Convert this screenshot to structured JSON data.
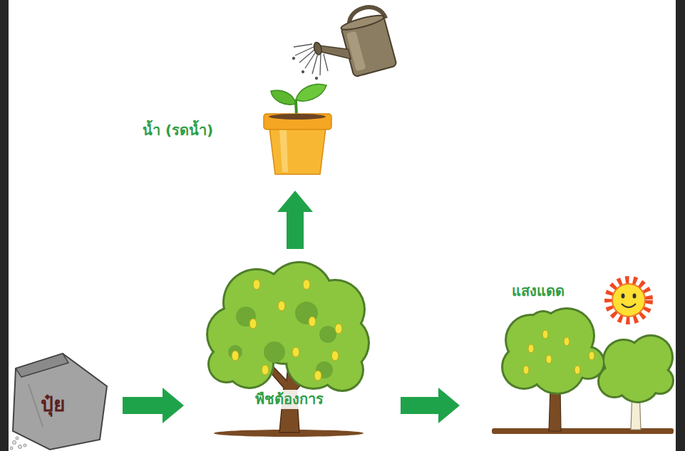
{
  "diagram": {
    "nodes": [
      {
        "text": [
          "น้ำ (รดน้ำ)"
        ]
      },
      {
        "text": [
          "ปุ๋ย"
        ]
      },
      {
        "text": [
          "พืชต้องการ"
        ]
      },
      {
        "text": [
          "แสงแดด"
        ]
      }
    ],
    "edges": [
      {
        "from": 1,
        "to": 2,
        "arrow": "to"
      },
      {
        "from": 2,
        "to": 0,
        "arrow": "to"
      },
      {
        "from": 2,
        "to": 3,
        "arrow": "to"
      }
    ]
  }
}
